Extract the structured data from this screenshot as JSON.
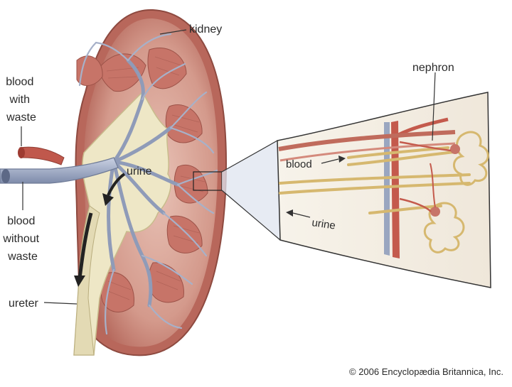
{
  "labels": {
    "kidney": "kidney",
    "blood_with_waste": [
      "blood",
      "with",
      "waste"
    ],
    "urine_kidney": "urine",
    "blood_without_waste": [
      "blood",
      "without",
      "waste"
    ],
    "ureter": "ureter",
    "nephron": "nephron",
    "blood_zoom": "blood",
    "urine_zoom": "urine"
  },
  "credit": "© 2006 Encyclopædia Britannica, Inc.",
  "colors": {
    "cortex": "#c9847a",
    "capsule": "#a85a4f",
    "pelvis": "#efe8c8",
    "vein": "#9aa6c0",
    "artery": "#c0584c",
    "tubule": "#d9be79",
    "inset_bg": "#f4efe6"
  }
}
